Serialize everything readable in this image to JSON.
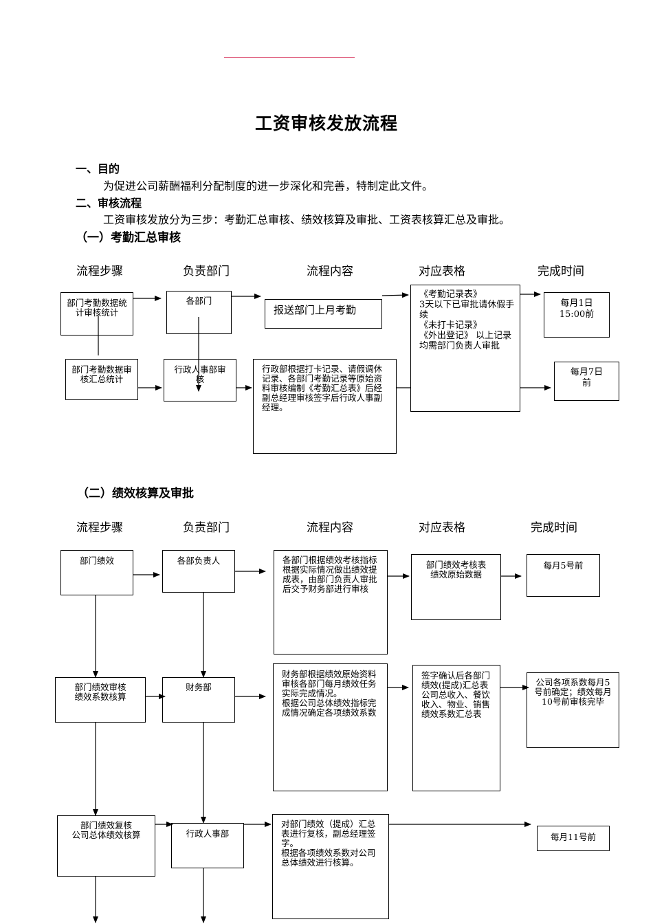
{
  "title": "工资审核发放流程",
  "section1": {
    "heading": "一、目的",
    "text": "为促进公司薪酬福利分配制度的进一步深化和完善，特制定此文件。"
  },
  "section2": {
    "heading": "二、审核流程",
    "text": "工资审核发放分为三步：考勤汇总审核、绩效核算及审批、工资表核算汇总及审批。"
  },
  "part1": {
    "heading": "（一）考勤汇总审核",
    "columns": [
      "流程步骤",
      "负责部门",
      "流程内容",
      "对应表格",
      "完成时间"
    ],
    "boxes": {
      "step1": "部门考勤数据统计审核统计",
      "dept1": "各部门",
      "content1": "报送部门上月考勤",
      "form1": "《考勤记录表》\n3天以下已审批请休假手续\n《未打卡记录》\n《外出登记》 以上记录均需部门负责人审批",
      "time1": "每月1日\n15:00前",
      "step2": "部门考勤数据审核汇总统计",
      "dept2": "行政人事部审核",
      "content2": "行政部根据打卡记录、请假调休记录、各部门考勤记录等原始资料审核编制《考勤汇总表》后经副总经理审核签字后行政人事副经理。",
      "time2": "每月7日\n前"
    }
  },
  "part2": {
    "heading": "（二）绩效核算及审批",
    "columns": [
      "流程步骤",
      "负责部门",
      "流程内容",
      "对应表格",
      "完成时间"
    ],
    "boxes": {
      "step1": "部门绩效",
      "dept1": "各部负责人",
      "content1": "各部门根据绩效考核指标根据实际情况做出绩效提成表，由部门负责人审批后交予财务部进行审核",
      "form1": "部门绩效考核表\n绩效原始数据",
      "time1": "每月5号前",
      "step2": "部门绩效审核\n绩效系数核算",
      "dept2": "财务部",
      "content2": "财务部根据绩效原始资料审核各部门每月绩效任务实际完成情况。\n根据公司总体绩效指标完成情况确定各项绩效系数",
      "form2": "签字确认后各部门绩效(提成)汇总表\n公司总收入、餐饮收入、物业、销售绩效系数汇总表",
      "time2": "公司各项系数每月5号前确定；绩效每月10号前审核完毕",
      "step3": "部门绩效复核\n公司总体绩效核算",
      "dept3": "行政人事部",
      "content3": "对部门绩效（提成）汇总表进行复核，副总经理签字。\n根据各项绩效系数对公司总体绩效进行核算。",
      "time3": "每月11号前"
    }
  }
}
